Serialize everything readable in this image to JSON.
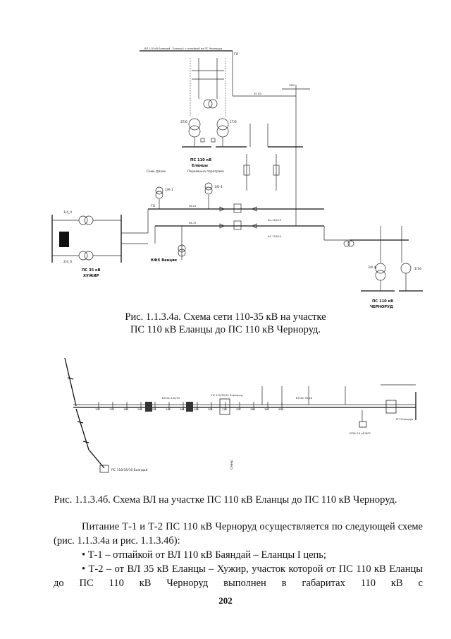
{
  "diagram_a": {
    "top_line_label": "ВЛ 110 кВ Баяндай - Еланцы I с отпайкой на ПС Черноруд",
    "go_label": "ГО",
    "labels": {
      "t2": "2Т/6",
      "t1": "1Т/6",
      "substation_name": "ПС 110 кВ",
      "substation_name2": "Еланцы",
      "transit_label": "Переменна перетрава",
      "fiber_label": "Семь фазан",
      "ks1": "1/К-1",
      "ks2": "1/Б-4",
      "line_code_1": "36-25",
      "line_code_2": "36-70",
      "line_code_3": "АС-120/19",
      "line_code_4": "АС-120/19",
      "ps35_title": "ПС 35 кВ",
      "ps35_name": "ХУЖИР",
      "kfx": "КФХ Венцик",
      "tm": "1/4_0",
      "tm2": "2/4_0",
      "gtp": "ГТП",
      "pst": "ПС 110 кВ",
      "pst_name": "ЧЕРНОРУД",
      "tr3": "3/4 ф",
      "tr4": "1/16"
    }
  },
  "caption_a_line1": "Рис. 1.1.3.4а. Схема сети 110-35 кВ на участке",
  "caption_a_line2": "ПС 110 кВ Еланцы до ПС 110 кВ Черноруд.",
  "diagram_b": {
    "label_left": "ПС 110/35/10 Баяндай",
    "label_top": "ПС 110/35/10 Черноруд",
    "label_mid1": "ВЛ АС-120/19",
    "label_mid2": "ВЛ АС-95/16",
    "label_end": "РП Черноруд",
    "label_end2": "КРУН 10 кВ МРС",
    "north": "Север",
    "tick_numbers": [
      "157",
      "172",
      "184",
      "209",
      "221",
      "243",
      "261",
      "283",
      "301",
      "318",
      "327",
      "339",
      "347",
      "359"
    ]
  },
  "caption_b": "Рис. 1.1.3.4б. Схема ВЛ на участке ПС 110 кВ Еланцы до ПС 110 кВ Черноруд.",
  "paragraph_1": "Питание Т-1 и Т-2 ПС 110 кВ Черноруд осуществляется по следующей схеме (рис. 1.1.3.4а и рис. 1.1.3.4б):",
  "bullet_1": "• Т-1 – отпайкой от ВЛ 110 кВ Баяндай – Еланцы I цепь;",
  "bullet_2": "• Т-2 – от ВЛ 35 кВ Еланцы – Хужир, участок которой от ПС 110 кВ Еланцы до ПС 110 кВ Черноруд выполнен в габаритах 110 кВ с",
  "page_number": "202"
}
